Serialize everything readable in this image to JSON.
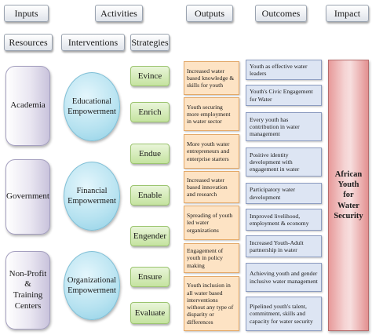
{
  "headers": {
    "inputs": "Inputs",
    "activities": "Activities",
    "outputs": "Outputs",
    "outcomes": "Outcomes",
    "impact": "Impact",
    "resources": "Resources",
    "interventions": "Interventions",
    "strategies": "Strategies"
  },
  "inputs": [
    "Academia",
    "Government",
    "Non-Profit\n&\nTraining\nCenters"
  ],
  "interventions": [
    "Educational\nEmpowerment",
    "Financial\nEmpowerment",
    "Organizational\nEmpowerment"
  ],
  "strategies": [
    "Evince",
    "Enrich",
    "Endue",
    "Enable",
    "Engender",
    "Ensure",
    "Evaluate"
  ],
  "outputs": [
    "Increased water based knowledge & skills for youth",
    "Youth securing more employment in water sector",
    "More youth water entrepreneurs and enterprise starters",
    "Increased water based innovation and research",
    "Spreading of youth led water organizations",
    "Engagement of youth in policy making",
    "Youth inclusion in all water based interventions without any type of disparity or differences"
  ],
  "outcomes": [
    "Youth as effective water leaders",
    "Youth's Civic Engagement for Water",
    "Every youth has contribution in water management",
    "Positive identity development with engagement in water",
    "Participatory water development",
    "Improved livelihood, employment & economy",
    "Increased Youth-Adult partnership in water",
    "Achieving youth and gender inclusive water management",
    "Pipelined youth's talent, commitment, skills and capacity for water security"
  ],
  "impact": "African\nYouth\nfor\nWater\nSecurity"
}
